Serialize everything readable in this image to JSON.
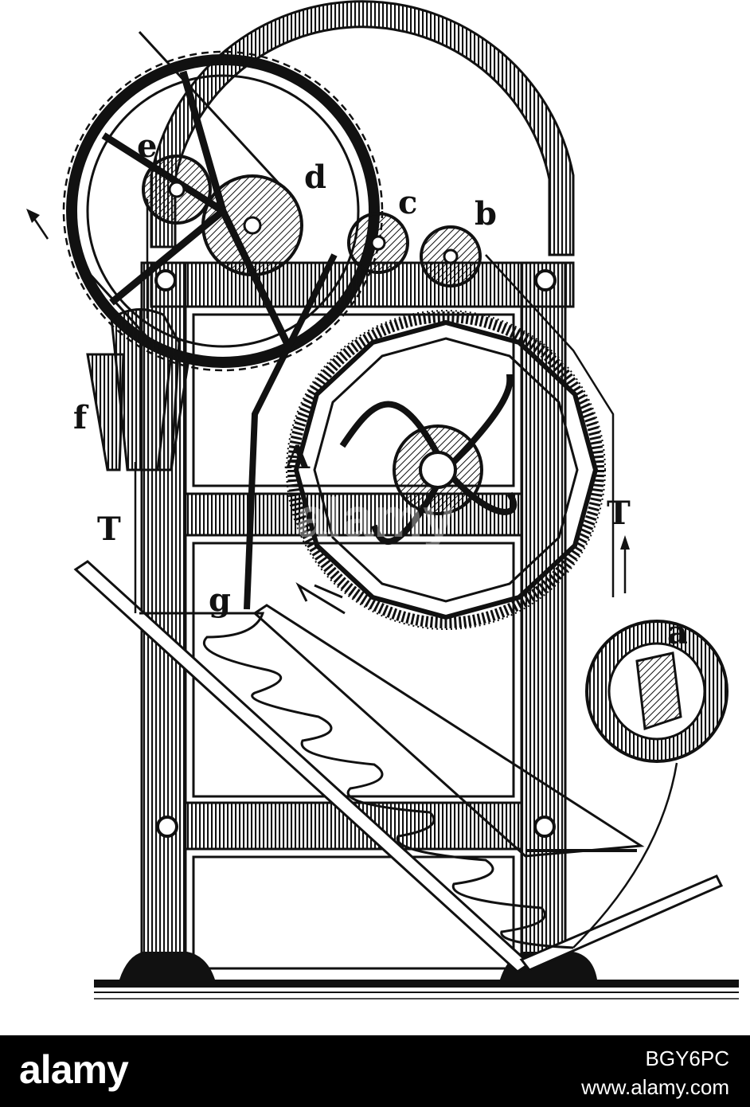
{
  "labels": {
    "e": "e",
    "d": "d",
    "c": "c",
    "b": "b",
    "f": "f",
    "A": "A",
    "T_left": "T",
    "T_right": "T",
    "g": "g",
    "a": "a"
  },
  "watermark": "alamy",
  "footer": {
    "logo": "alamy",
    "image_id": "BGY6PC",
    "url": "www.alamy.com"
  },
  "colors": {
    "ink": "#111111",
    "paper": "#ffffff",
    "footer_bg": "#000000",
    "footer_text": "#ffffff"
  }
}
